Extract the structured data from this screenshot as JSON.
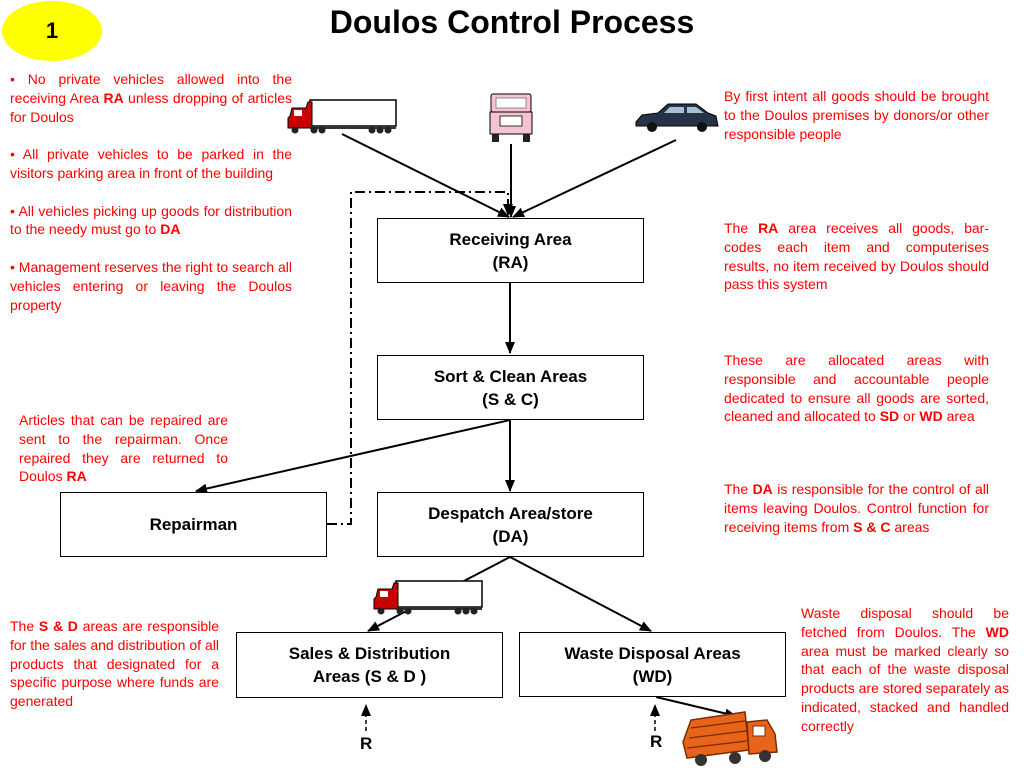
{
  "badge": "1",
  "title": "Doulos Control Process",
  "boxes": {
    "receiving": [
      "Receiving Area",
      "(RA)"
    ],
    "sort_clean": [
      "Sort & Clean Areas",
      "(S & C)"
    ],
    "despatch": [
      "Despatch Area/store",
      "(DA)"
    ],
    "repairman": [
      "Repairman"
    ],
    "sales": [
      "Sales & Distribution",
      "Areas (S & D )"
    ],
    "waste": [
      "Waste Disposal Areas",
      "(WD)"
    ]
  },
  "notes": {
    "left_rules": [
      [
        "• No private vehicles allowed into the receiving Area ",
        {
          "b": "RA"
        },
        " unless dropping of articles for Doulos"
      ],
      [
        "• All private vehicles to be parked in the visitors parking area in front of the building"
      ],
      [
        "• All vehicles picking up goods for distribution to the needy must go to ",
        {
          "b": "DA"
        }
      ],
      [
        "• Management reserves the right to search all vehicles entering or leaving the Doulos property"
      ]
    ],
    "intent": [
      [
        "By first intent all goods should be brought to the Doulos premises by donors/or other responsible people"
      ]
    ],
    "ra": [
      [
        "The ",
        {
          "b": "RA"
        },
        " area receives all goods, bar-codes each item  and computerises results, no item received by Doulos should pass this system"
      ]
    ],
    "allocated": [
      [
        "These are allocated areas with responsible and accountable people dedicated to ensure all goods are sorted, cleaned and allocated to ",
        {
          "b": "SD"
        },
        " or ",
        {
          "b": "WD"
        },
        " area"
      ]
    ],
    "da": [
      [
        "The ",
        {
          "b": "DA"
        },
        " is responsible for the control of all items leaving Doulos. Control function for receiving items from ",
        {
          "b": "S & C"
        },
        "  areas"
      ]
    ],
    "repair": [
      [
        "Articles that can be repaired are sent to the repairman. Once repaired they are returned to Doulos ",
        {
          "b": "RA"
        }
      ]
    ],
    "sd": [
      [
        "The ",
        {
          "b": "S & D"
        },
        " areas are responsible for the sales and distribution of all products that designated for a specific purpose where funds are generated"
      ]
    ],
    "waste": [
      [
        "Waste disposal should be fetched from Doulos. The ",
        {
          "b": "WD"
        },
        " area must be marked clearly so that each of the waste disposal products are stored separately as indicated, stacked and handled correctly"
      ]
    ]
  },
  "return_labels": [
    "R",
    "R"
  ],
  "icons": [
    "truck-icon",
    "van-icon",
    "car-icon",
    "truck-icon",
    "waste-truck-icon"
  ],
  "colors": {
    "note_text": "#ff0000",
    "badge": "#ffff00",
    "truck_cab": "#cc0000",
    "waste_truck": "#e8641a"
  }
}
